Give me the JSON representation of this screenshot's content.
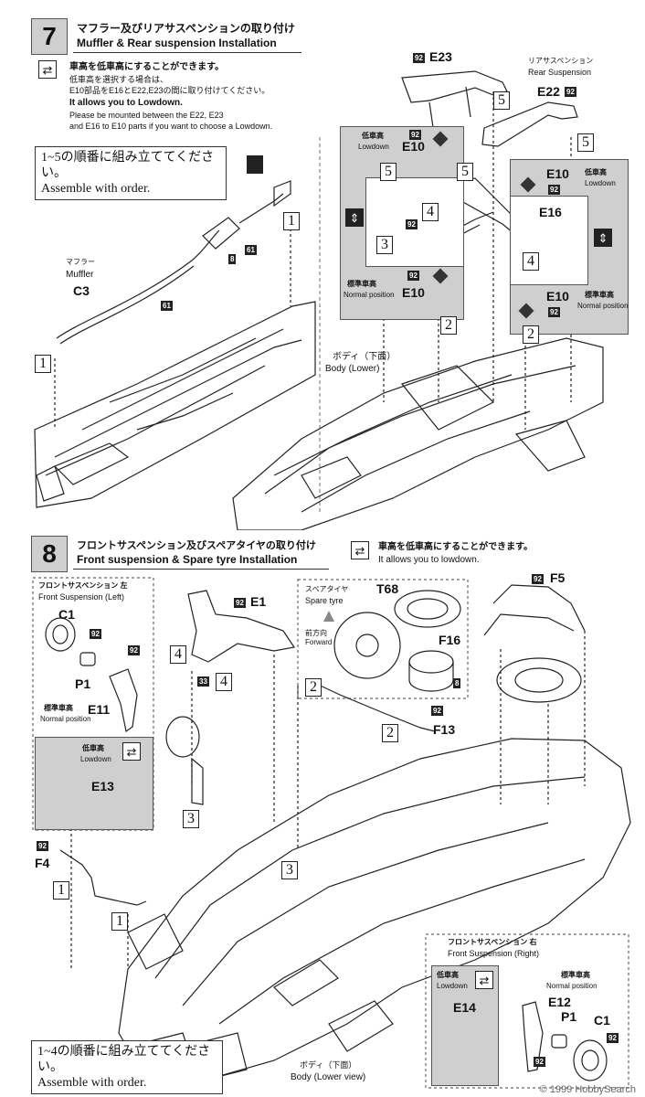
{
  "step7": {
    "number": "7",
    "title_jp": "マフラー及びリアサスペンションの取り付け",
    "title_en": "Muffler & Rear suspension Installation",
    "lowdown_jp": "車高を低車高にすることができます。",
    "lowdown_jp_detail1": "低車高を選択する場合は、",
    "lowdown_jp_detail2": "E10部品をE16とE22,E23の間に取り付けてください。",
    "lowdown_en": "It allows you to Lowdown.",
    "lowdown_en_detail1": "Please be mounted between the E22, E23",
    "lowdown_en_detail2": "and E16 to E10 parts if you want to choose a Lowdown.",
    "order_jp": "1~5の順番に組み立ててください。",
    "order_en": "Assemble with order.",
    "muffler_jp": "マフラー",
    "muffler_en": "Muffler",
    "muffler_part": "C3",
    "rear_susp_jp": "リアサスペンション",
    "rear_susp_en": "Rear Suspension",
    "body_jp": "ボディ（下面）",
    "body_en": "Body (Lower)",
    "lowdown_label_jp": "低車高",
    "lowdown_label_en": "Lowdown",
    "normal_label_jp": "標準車高",
    "normal_label_en": "Normal position",
    "parts": {
      "e23": "E23",
      "e22": "E22",
      "e10": "E10",
      "e16": "E16"
    },
    "tags": {
      "t92": "92",
      "t61": "61",
      "t8": "8"
    },
    "nums": [
      "1",
      "2",
      "3",
      "4",
      "5"
    ]
  },
  "step8": {
    "number": "8",
    "title_jp": "フロントサスペンション及びスペアタイヤの取り付け",
    "title_en": "Front suspension & Spare tyre Installation",
    "lowdown_jp": "車高を低車高にすることができます。",
    "lowdown_en": "It allows you to lowdown.",
    "fl_jp": "フロントサスペンション 左",
    "fl_en": "Front Suspension (Left)",
    "fr_jp": "フロントサスペンション 右",
    "fr_en": "Front Suspension (Right)",
    "spare_jp": "スペアタイヤ",
    "spare_en": "Spare tyre",
    "forward_jp": "前方向",
    "forward_en": "Forward",
    "body_jp": "ボディ（下面）",
    "body_en": "Body (Lower view)",
    "order_jp": "1~4の順番に組み立ててください。",
    "order_en": "Assemble with order.",
    "lowdown_label_jp": "低車高",
    "lowdown_label_en": "Lowdown",
    "normal_label_jp": "標準車高",
    "normal_label_en": "Normal position",
    "parts": {
      "c1": "C1",
      "p1": "P1",
      "e11": "E11",
      "e13": "E13",
      "e1": "E1",
      "t68": "T68",
      "f16": "F16",
      "f5": "F5",
      "f13": "F13",
      "f4": "F4",
      "e14": "E14",
      "e12": "E12"
    },
    "tags": {
      "t92": "92",
      "t33": "33",
      "t8": "8"
    },
    "nums": [
      "1",
      "2",
      "3",
      "4"
    ]
  },
  "watermark": "© 1999 HobbySearch"
}
